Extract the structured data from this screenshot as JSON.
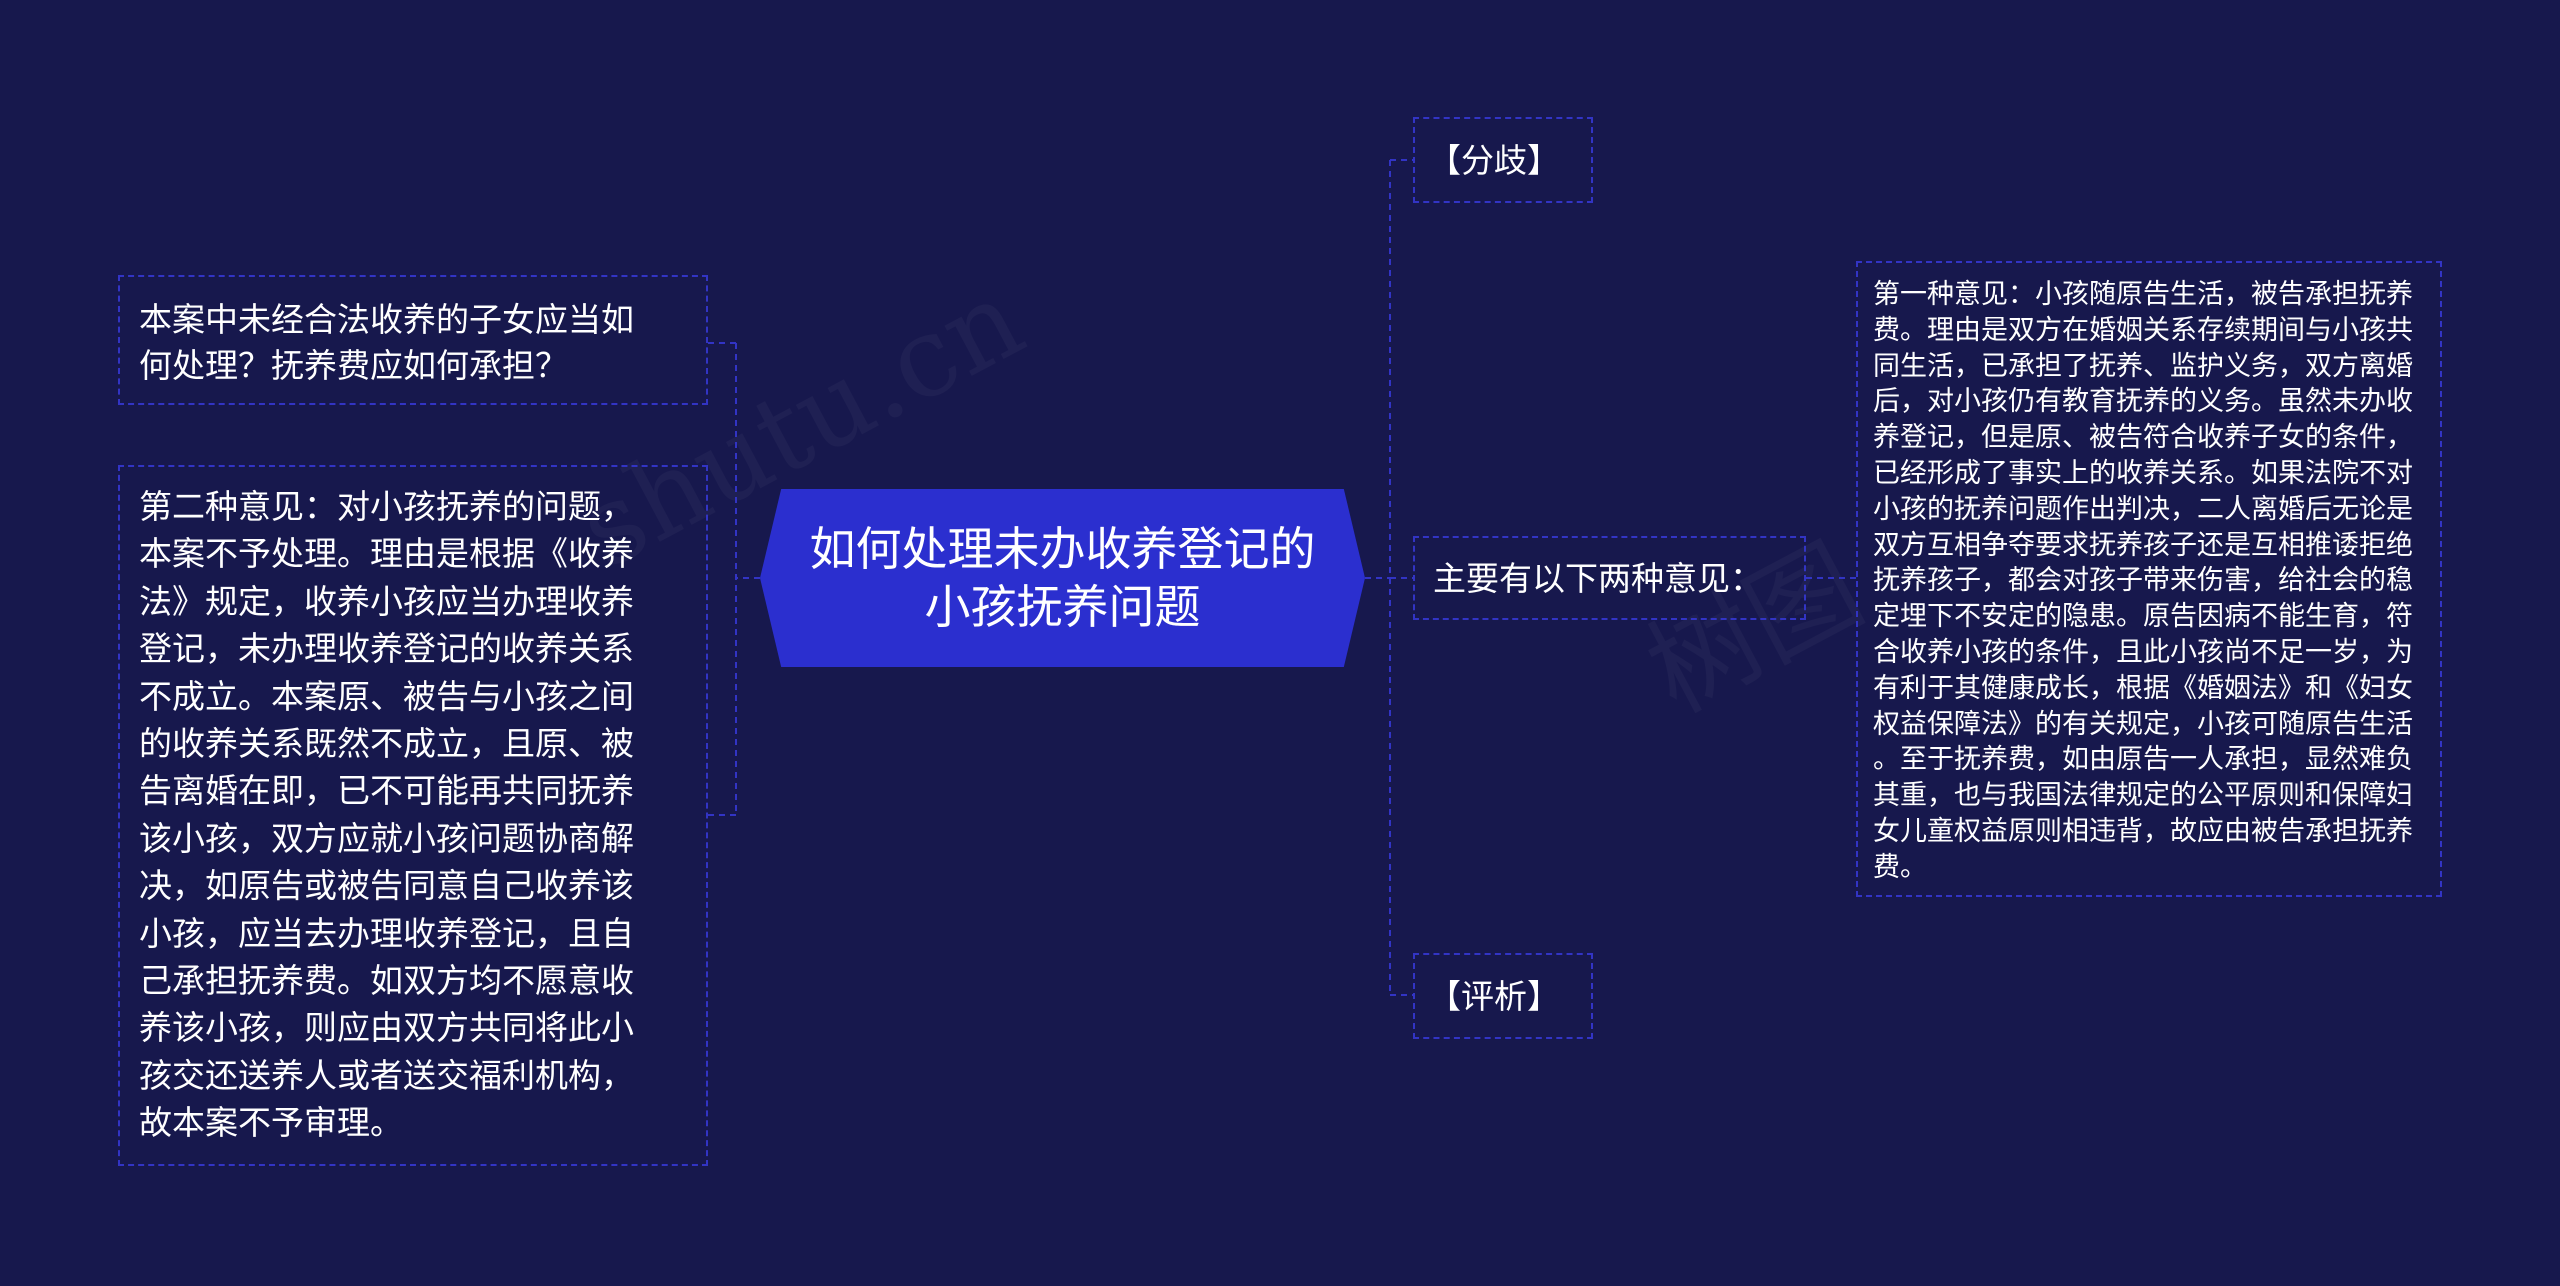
{
  "center": {
    "title": "如何处理未办收养登记的\n小孩抚养问题"
  },
  "left_nodes": [
    {
      "text": "本案中未经合法收养的子女应当如\n何处理？抚养费应如何承担？"
    },
    {
      "text": "第二种意见：对小孩抚养的问题，\n本案不予处理。理由是根据《收养\n法》规定，收养小孩应当办理收养\n登记，未办理收养登记的收养关系\n不成立。本案原、被告与小孩之间\n的收养关系既然不成立，且原、被\n告离婚在即，已不可能再共同抚养\n该小孩，双方应就小孩问题协商解\n决，如原告或被告同意自己收养该\n小孩，应当去办理收养登记，且自\n己承担抚养费。如双方均不愿意收\n养该小孩，则应由双方共同将此小\n孩交还送养人或者送交福利机构，\n故本案不予审理。"
    }
  ],
  "right_nodes": [
    {
      "text": "【分歧】"
    },
    {
      "text": "主要有以下两种意见："
    },
    {
      "text": "【评析】"
    }
  ],
  "detail_node": {
    "text": "第一种意见：小孩随原告生活，被告承担抚养\n费。理由是双方在婚姻关系存续期间与小孩共\n同生活，已承担了抚养、监护义务，双方离婚\n后，对小孩仍有教育抚养的义务。虽然未办收\n养登记，但是原、被告符合收养子女的条件，\n已经形成了事实上的收养关系。如果法院不对\n小孩的抚养问题作出判决，二人离婚后无论是\n双方互相争夺要求抚养孩子还是互相推诿拒绝\n抚养孩子，都会对孩子带来伤害，给社会的稳\n定埋下不安定的隐患。原告因病不能生育，符\n合收养小孩的条件，且此小孩尚不足一岁，为\n有利于其健康成长，根据《婚姻法》和《妇女\n权益保障法》的有关规定，小孩可随原告生活\n。至于抚养费，如由原告一人承担，显然难负\n其重，也与我国法律规定的公平原则和保障妇\n女儿童权益原则相违背，故应由被告承担抚养\n费。"
  },
  "watermarks": [
    "shutu.cn",
    "树图"
  ],
  "colors": {
    "background": "#17184d",
    "center_fill": "#2b2fcf",
    "border": "#3234c4",
    "text": "#ffffff"
  }
}
